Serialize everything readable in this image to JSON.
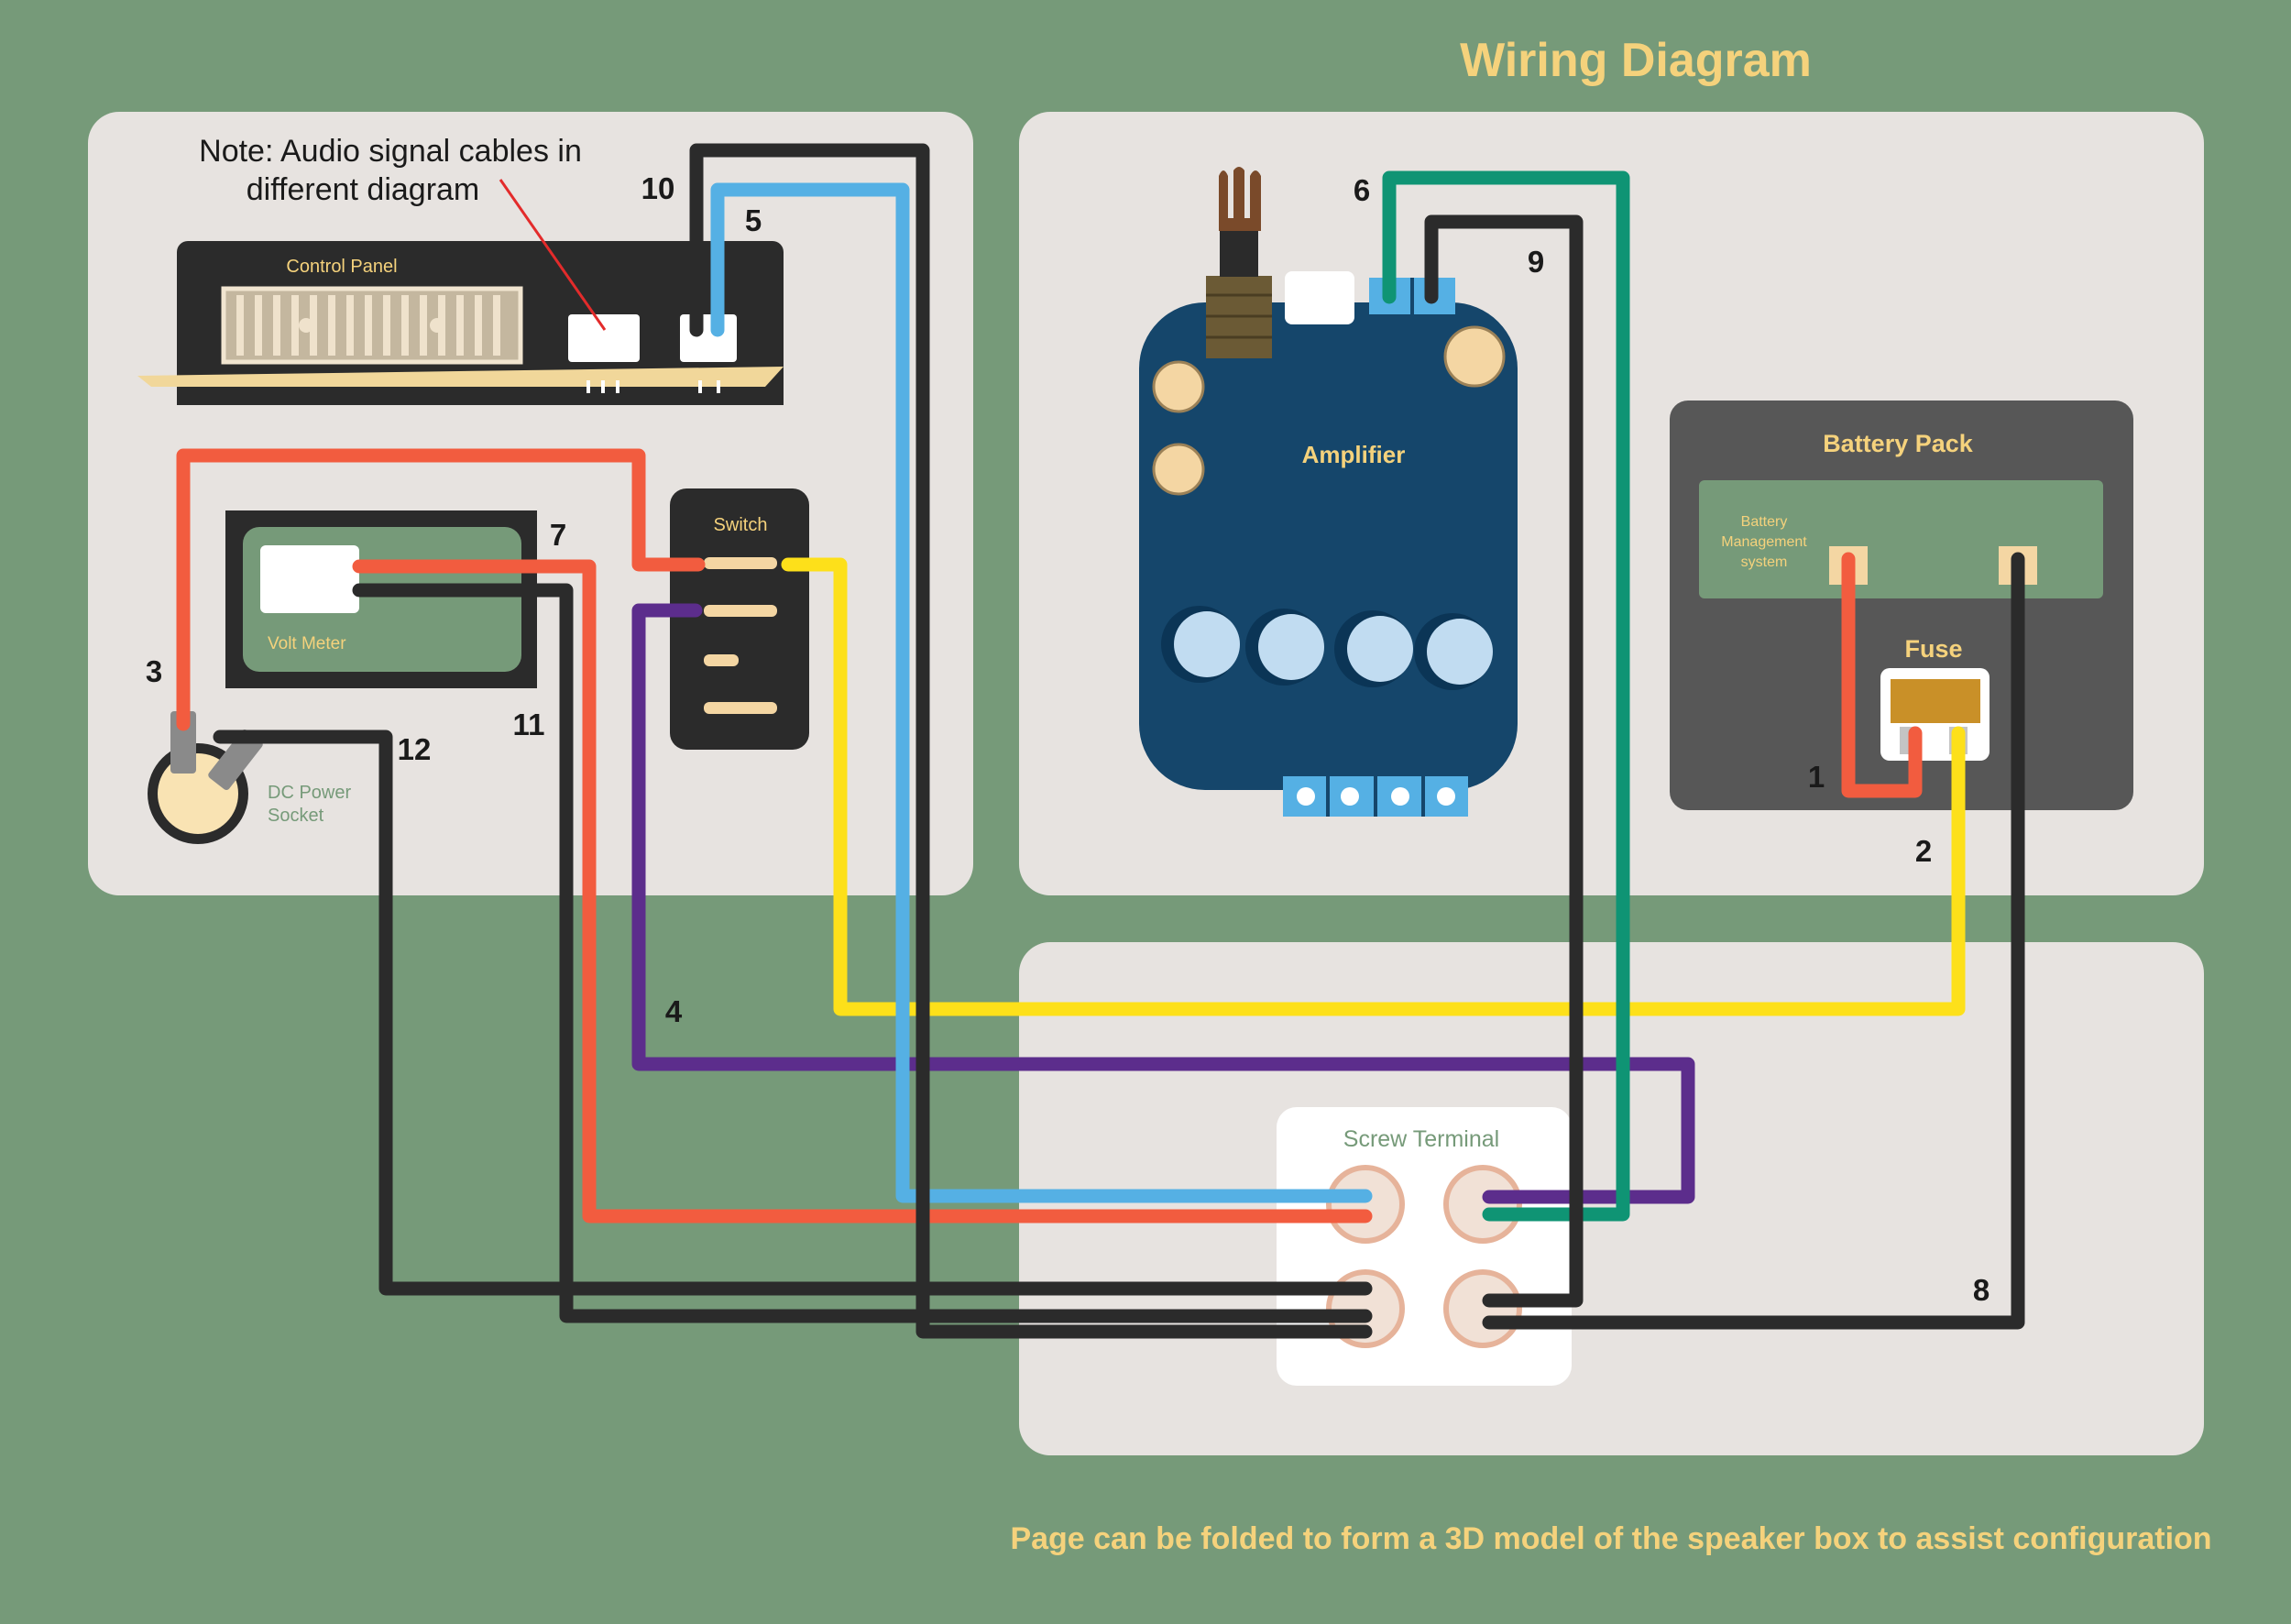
{
  "title": "Wiring Diagram",
  "note": {
    "line1": "Note: Audio signal cables in",
    "line2": "different diagram"
  },
  "footer": "Page can be folded to form a 3D model of the speaker box to assist configuration",
  "components": {
    "control_panel": "Control Panel",
    "volt_meter": "Volt Meter",
    "switch": "Switch",
    "dc_power_line1": "DC Power",
    "dc_power_line2": "Socket",
    "amplifier": "Amplifier",
    "battery_pack": "Battery Pack",
    "bms_line1": "Battery",
    "bms_line2": "Management",
    "bms_line3": "system",
    "fuse": "Fuse",
    "screw_terminal": "Screw Terminal"
  },
  "wire_labels": [
    "1",
    "2",
    "3",
    "4",
    "5",
    "6",
    "7",
    "8",
    "9",
    "10",
    "11",
    "12"
  ],
  "colors": {
    "background": "#769a79",
    "panel": "#e7e3e0",
    "title_text": "#f5d27c",
    "wire_red": "#f25c3f",
    "wire_black": "#2b2b2b",
    "wire_blue": "#55b0e4",
    "wire_green": "#0f9474",
    "wire_yellow": "#fde01a",
    "wire_purple": "#5c2d8c",
    "amplifier_board": "#15466b",
    "battery_pack": "#575757"
  }
}
